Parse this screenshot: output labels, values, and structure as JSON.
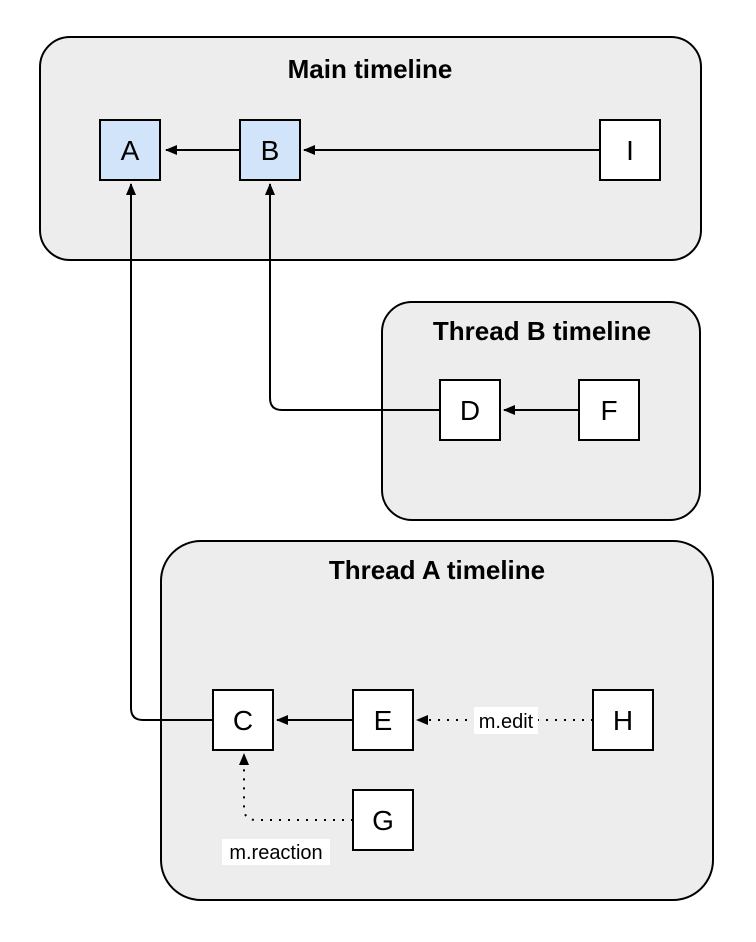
{
  "diagram": {
    "containers": {
      "main": {
        "title": "Main timeline"
      },
      "thread_b": {
        "title": "Thread B timeline"
      },
      "thread_a": {
        "title": "Thread A timeline"
      }
    },
    "nodes": {
      "a": {
        "label": "A",
        "highlighted": true
      },
      "b": {
        "label": "B",
        "highlighted": true
      },
      "i": {
        "label": "I",
        "highlighted": false
      },
      "d": {
        "label": "D",
        "highlighted": false
      },
      "f": {
        "label": "F",
        "highlighted": false
      },
      "c": {
        "label": "C",
        "highlighted": false
      },
      "e": {
        "label": "E",
        "highlighted": false
      },
      "h": {
        "label": "H",
        "highlighted": false
      },
      "g": {
        "label": "G",
        "highlighted": false
      }
    },
    "edges": [
      {
        "from": "B",
        "to": "A",
        "style": "solid",
        "label": ""
      },
      {
        "from": "I",
        "to": "B",
        "style": "solid",
        "label": ""
      },
      {
        "from": "D",
        "to": "B",
        "style": "solid",
        "label": ""
      },
      {
        "from": "F",
        "to": "D",
        "style": "solid",
        "label": ""
      },
      {
        "from": "C",
        "to": "A",
        "style": "solid",
        "label": ""
      },
      {
        "from": "E",
        "to": "C",
        "style": "solid",
        "label": ""
      },
      {
        "from": "H",
        "to": "E",
        "style": "dotted",
        "label": "m.edit"
      },
      {
        "from": "G",
        "to": "C",
        "style": "dotted",
        "label": "m.reaction"
      }
    ],
    "colors": {
      "background": "#ffffff",
      "container_fill": "#ededed",
      "container_stroke": "#000000",
      "node_fill_highlight": "#d2e4fa",
      "node_fill_default": "#ffffff",
      "node_stroke": "#000000",
      "edge_stroke": "#000000",
      "label_bg": "#ffffff",
      "text": "#000000"
    }
  }
}
